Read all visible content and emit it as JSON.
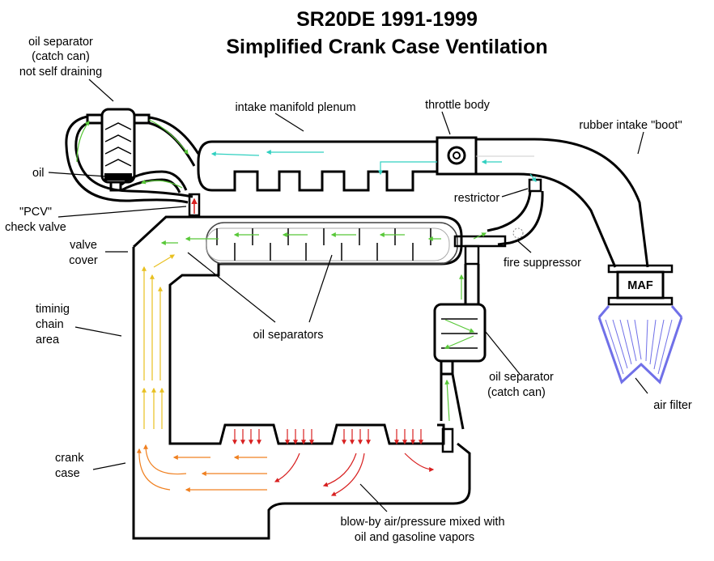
{
  "title": {
    "line1": "SR20DE 1991-1999",
    "line2": "Simplified Crank Case Ventilation"
  },
  "labels": {
    "oil_sep_top_1": "oil separator",
    "oil_sep_top_2": "(catch can)",
    "oil_sep_top_3": "not self draining",
    "oil": "oil",
    "pcv_1": "\"PCV\"",
    "pcv_2": "check valve",
    "valve_cover_1": "valve",
    "valve_cover_2": "cover",
    "timing_1": "timinig",
    "timing_2": "chain",
    "timing_3": "area",
    "crank_1": "crank",
    "crank_2": "case",
    "intake_plenum": "intake manifold plenum",
    "throttle_body": "throttle body",
    "rubber_boot": "rubber intake \"boot\"",
    "restrictor": "restrictor",
    "fire_suppressor": "fire suppressor",
    "maf": "MAF",
    "oil_separators": "oil separators",
    "catch_can_1": "oil separator",
    "catch_can_2": "(catch can)",
    "air_filter": "air filter",
    "blowby_1": "blow-by air/pressure mixed with",
    "blowby_2": "oil and gasoline vapors"
  },
  "colors": {
    "outline": "#000000",
    "fresh_air": "#30d0c0",
    "vapor_green": "#58c838",
    "vapor_yellow": "#e8c020",
    "vapor_orange": "#f08020",
    "blowby_red": "#d82020",
    "air_filter": "#7070e8",
    "oil": "#000000"
  }
}
